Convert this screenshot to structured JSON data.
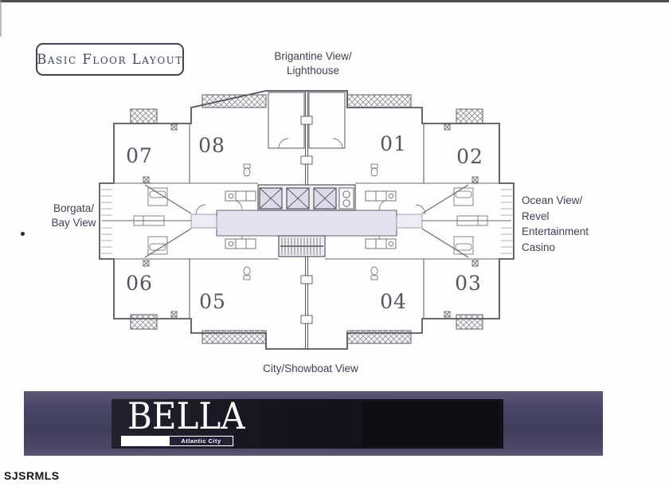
{
  "title": "Basic Floor Layout",
  "views": {
    "top": {
      "line1": "Brigantine View/",
      "line2": "Lighthouse"
    },
    "right": {
      "line1": "Ocean View/",
      "line2": "Revel",
      "line3": "Entertainment",
      "line4": "Casino"
    },
    "left": {
      "line1": "Borgata/",
      "line2": "Bay View"
    },
    "bottom": {
      "line1": "City/Showboat View"
    }
  },
  "units": {
    "u07": "07",
    "u08": "08",
    "u01": "01",
    "u02": "02",
    "u06": "06",
    "u05": "05",
    "u04": "04",
    "u03": "03"
  },
  "branding": {
    "name": "BELLA",
    "tagline": "Atlantic City"
  },
  "watermark": "SJSRMLS",
  "colors": {
    "banner_purple": "#4a4769",
    "banner_dark": "#15141d",
    "plan_line": "#55555c",
    "corridor_fill": "#e3e2ee",
    "label_text": "#3e4354",
    "title_text": "#3f4557"
  }
}
